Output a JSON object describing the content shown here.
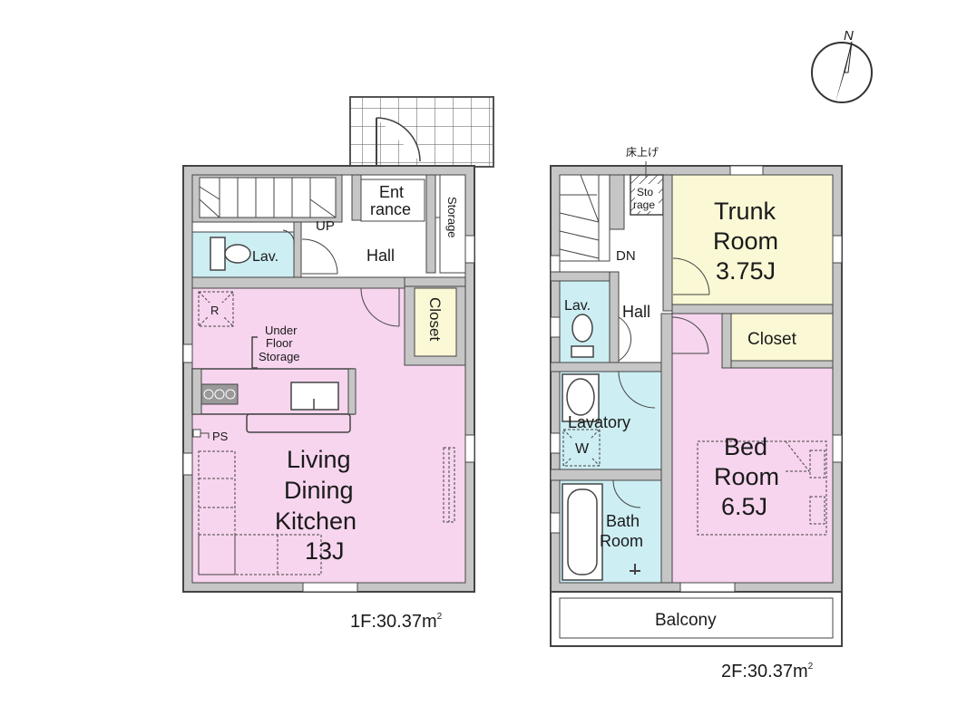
{
  "north": {
    "letter": "N"
  },
  "floor1": {
    "caption": "1F:30.37m",
    "caption_sup": "2",
    "rooms": {
      "entrance": [
        "Ent",
        "rance"
      ],
      "storage": "Storage",
      "up": "UP",
      "hall": "Hall",
      "lav": "Lav.",
      "closet": "Closet",
      "refrigerator": "R",
      "under_floor_storage": [
        "Under",
        "Floor",
        "Storage"
      ],
      "ps": "PS",
      "ldk": [
        "Living",
        "Dining",
        "Kitchen",
        "13J"
      ]
    }
  },
  "floor2": {
    "caption": "2F:30.37m",
    "caption_sup": "2",
    "rooms": {
      "raised_floor_note": "床上げ",
      "storage": [
        "Sto",
        "rage"
      ],
      "trunk_room": [
        "Trunk",
        "Room",
        "3.75J"
      ],
      "dn": "DN",
      "hall": "Hall",
      "lav": "Lav.",
      "closet": "Closet",
      "lavatory": "Lavatory",
      "washer": "W",
      "bath_room": [
        "Bath",
        "Room"
      ],
      "bed_room": [
        "Bed",
        "Room",
        "6.5J"
      ],
      "balcony": "Balcony"
    }
  },
  "colors": {
    "pink": "#f7d5ee",
    "blue": "#cdeef3",
    "yellow": "#faf8d5",
    "wall": "#c6c6c6",
    "line": "#333333"
  }
}
